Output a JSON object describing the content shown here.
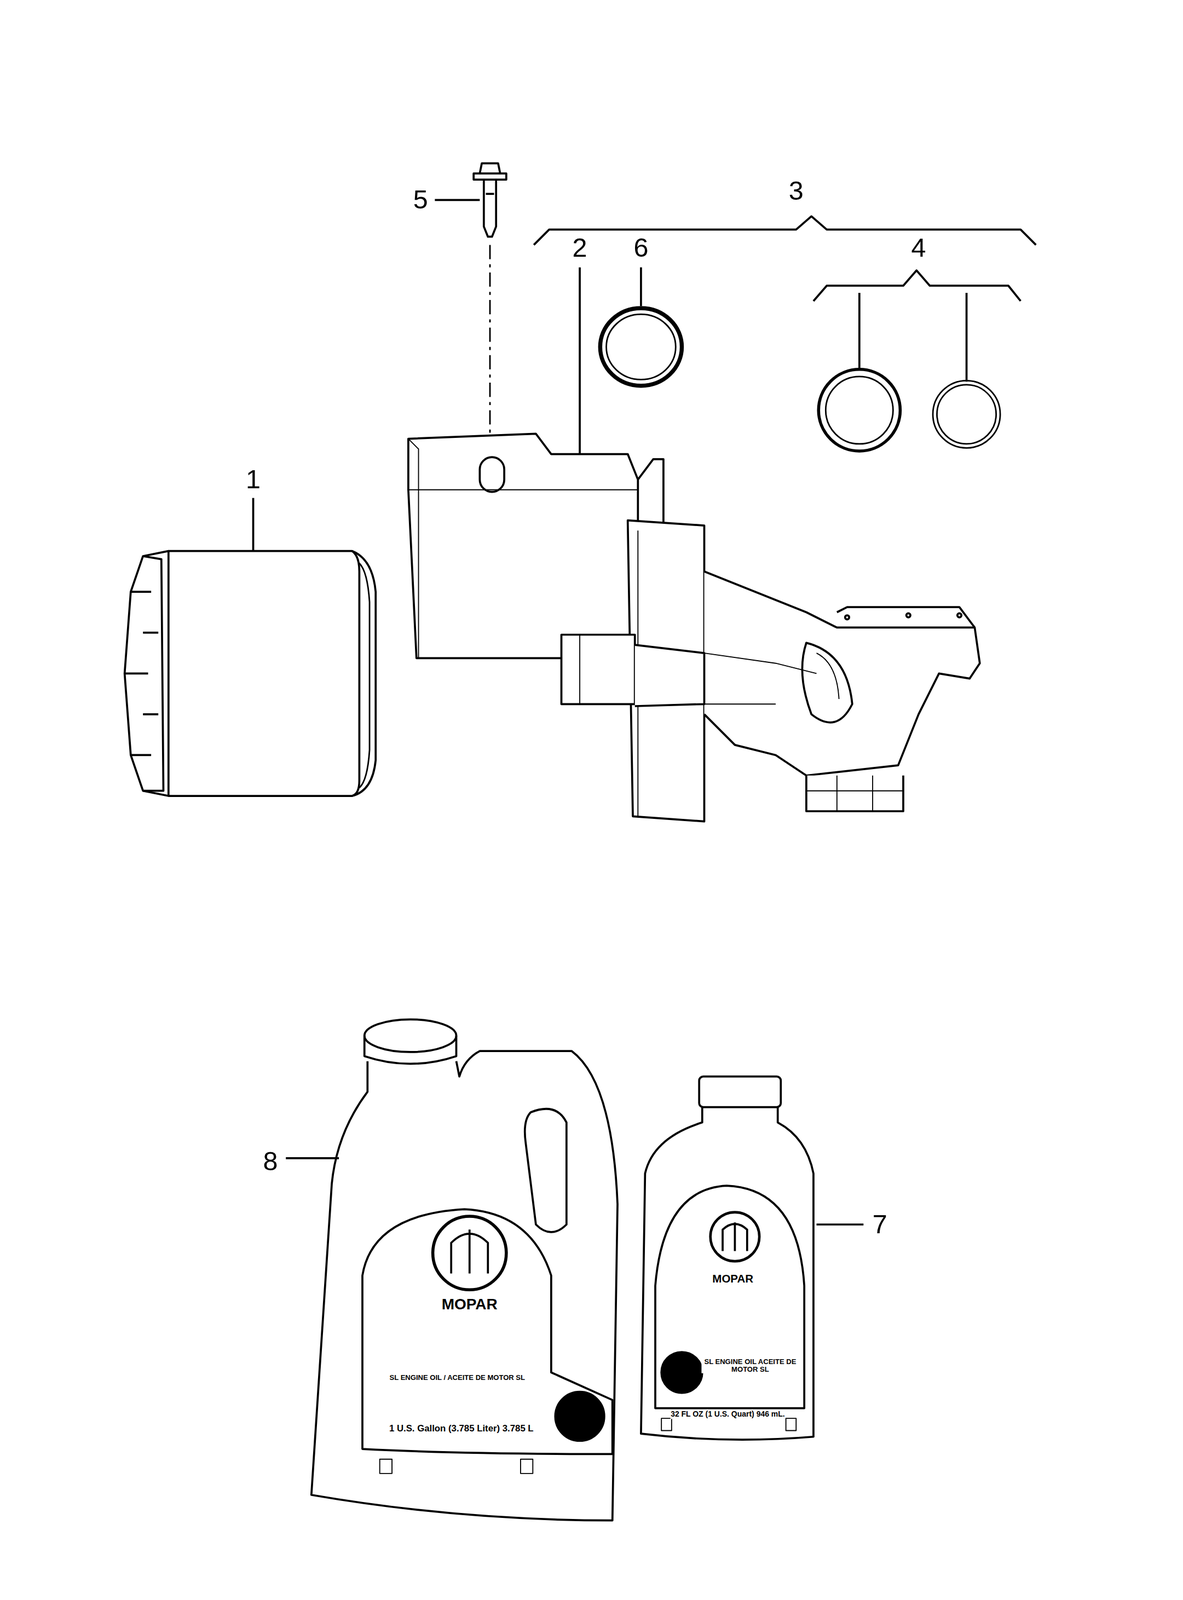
{
  "diagram": {
    "labels": [
      "5",
      "3",
      "2",
      "6",
      "4",
      "1",
      "8",
      "7",
      "MOPAR",
      "SL ENGINE OIL / ACEITE DE MOTOR SL",
      "1 U.S. Gallon (3.785 Liter) 3.785 L",
      "MOPAR",
      "SL ENGINE OIL ACEITE DE MOTOR SL",
      "32 FL OZ (1 U.S. Quart) 946 mL."
    ]
  }
}
